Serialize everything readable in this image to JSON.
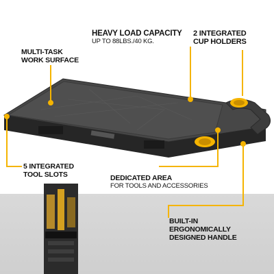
{
  "callouts": {
    "multitask": {
      "line1": "MULTI-TASK",
      "line2": "WORK SURFACE"
    },
    "heavy": {
      "title": "HEAVY LOAD CAPACITY",
      "sub": "UP TO 88LBS./40 KG."
    },
    "cup": {
      "line1": "2 INTEGRATED",
      "line2": "CUP HOLDERS"
    },
    "slots": {
      "line1": "5 INTEGRATED",
      "line2": "TOOL SLOTS"
    },
    "area": {
      "title": "DEDICATED AREA",
      "sub": "FOR TOOLS AND ACCESSORIES"
    },
    "handle": {
      "line1": "BUILT-IN",
      "line2": "ERGONOMICALLY",
      "line3": "DESIGNED HANDLE"
    }
  },
  "colors": {
    "accent": "#f5b400",
    "tray": "#3a3a3a",
    "tray_top": "#484848",
    "floor": "#d4d4d4"
  }
}
